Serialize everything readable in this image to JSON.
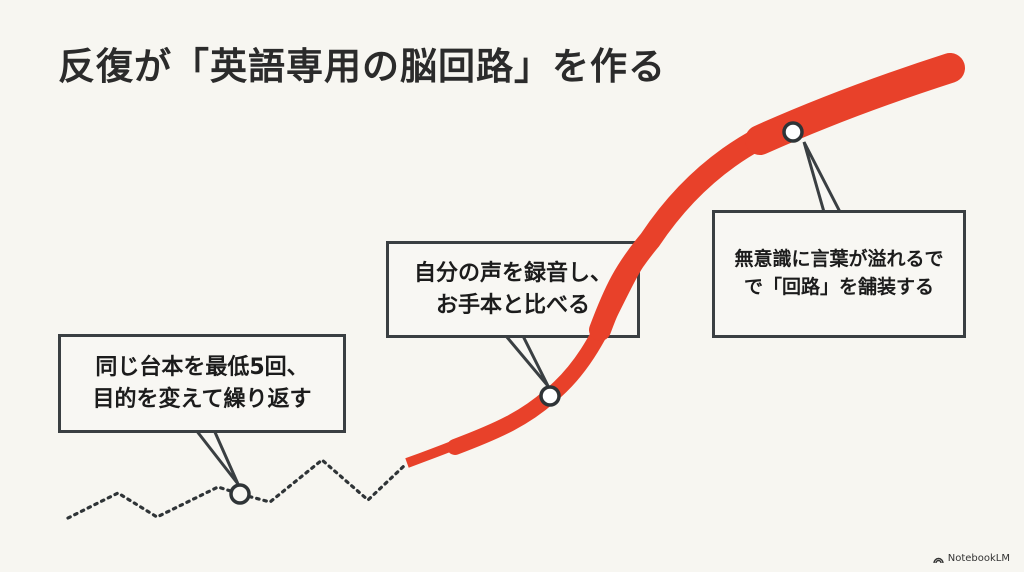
{
  "title": "反復が「英語専用の脳回路」を作る",
  "callouts": [
    {
      "lines": [
        "同じ台本を最低5回、",
        "目的を変えて繰り返す"
      ]
    },
    {
      "lines": [
        "自分の声を録音し、",
        "お手本と比べる"
      ]
    },
    {
      "lines": [
        "無意識に言葉が溢れるで",
        "で「回路」を舗装する"
      ]
    }
  ],
  "colors": {
    "path_red": "#e8412a",
    "ink": "#2f3437",
    "background": "#f7f6f1"
  },
  "branding": {
    "label": "NotebookLM",
    "icon": "notebooklm-logo-icon"
  }
}
